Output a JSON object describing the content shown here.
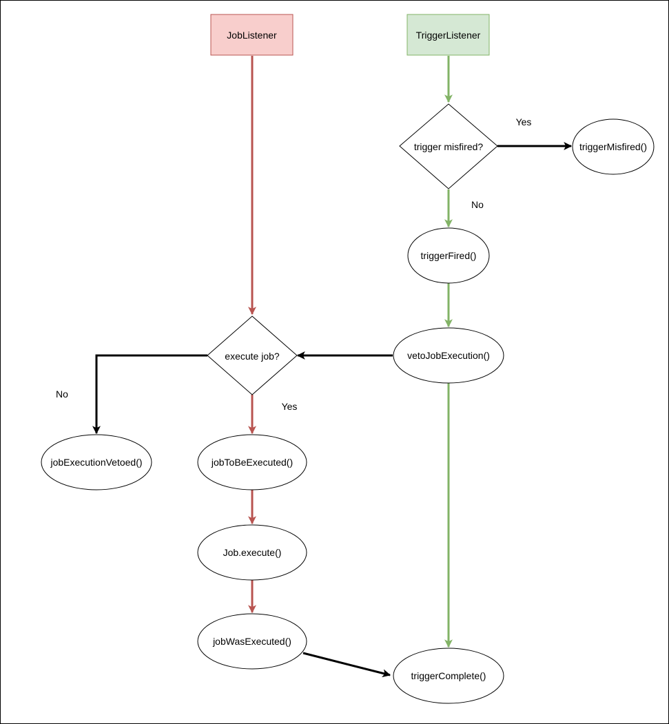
{
  "colors": {
    "job_fill": "#f8cecc",
    "job_stroke": "#b85450",
    "trigger_fill": "#d5e8d4",
    "trigger_stroke": "#82b366",
    "neutral_stroke": "#000000"
  },
  "nodes": {
    "job_listener": "JobListener",
    "trigger_listener": "TriggerListener",
    "trigger_misfired_decision": "trigger misfired?",
    "trigger_misfired_callback": "triggerMisfired()",
    "trigger_fired": "triggerFired()",
    "veto_job_execution": "vetoJobExecution()",
    "execute_job_decision": "execute job?",
    "job_execution_vetoed": "jobExecutionVetoed()",
    "job_to_be_executed": "jobToBeExecuted()",
    "job_execute": "Job.execute()",
    "job_was_executed": "jobWasExecuted()",
    "trigger_complete": "triggerComplete()"
  },
  "edge_labels": {
    "misfired_yes": "Yes",
    "misfired_no": "No",
    "execute_no": "No",
    "execute_yes": "Yes"
  }
}
